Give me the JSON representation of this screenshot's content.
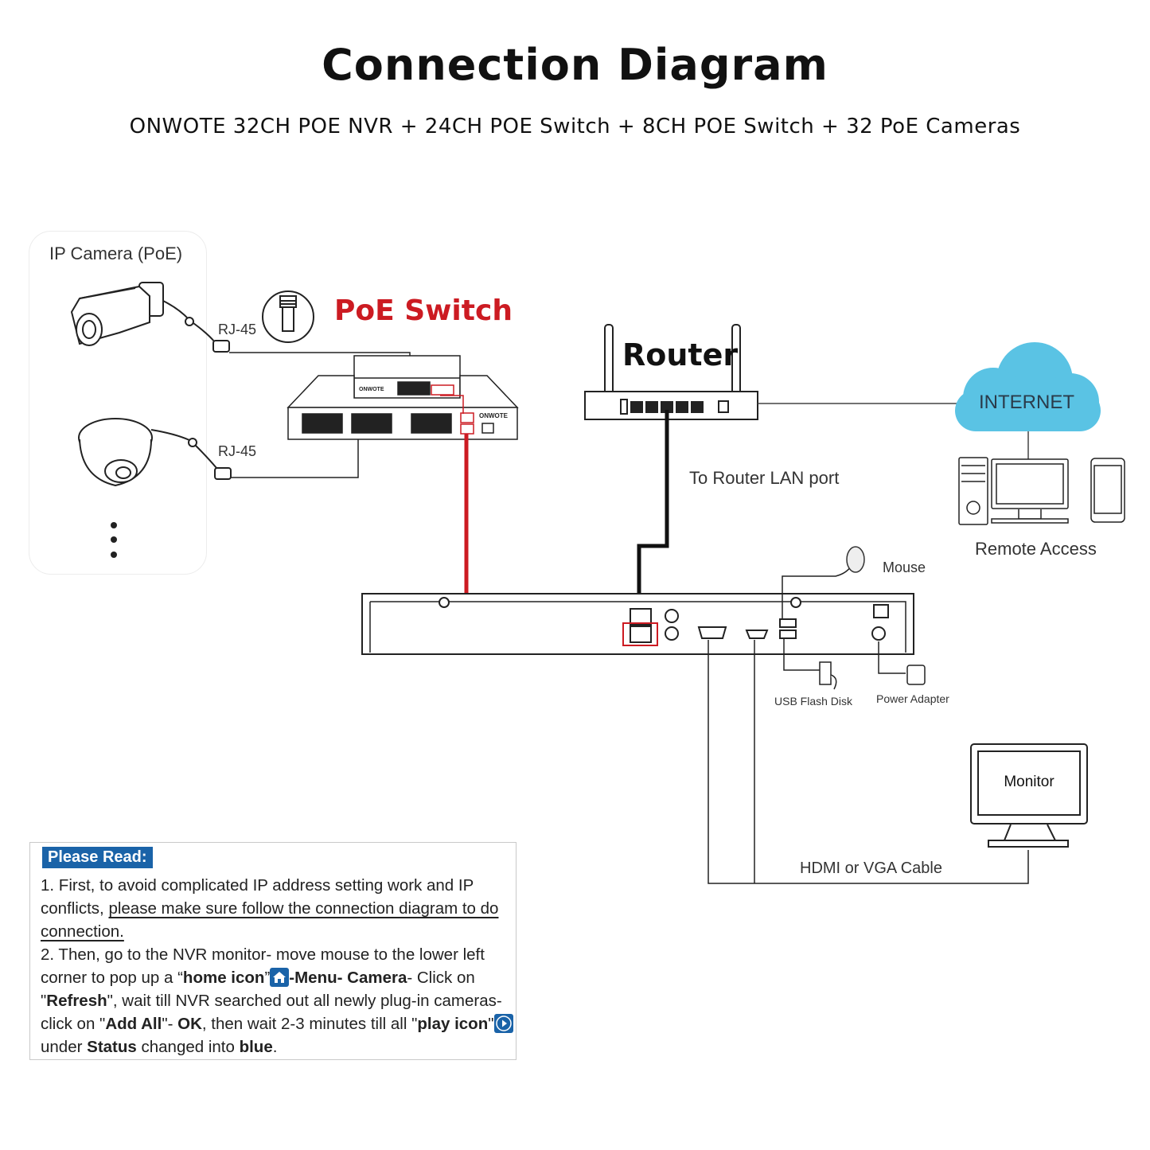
{
  "header": {
    "title": "Connection Diagram",
    "subtitle": "ONWOTE 32CH POE NVR + 24CH POE Switch + 8CH POE Switch + 32 PoE Cameras"
  },
  "camera_panel": {
    "title": "IP Camera (PoE)",
    "rj45_label_1": "RJ-45",
    "rj45_label_2": "RJ-45"
  },
  "poe_switch": {
    "title": "PoE Switch",
    "brand_small": "ONWOTE",
    "brand_large": "ONWOTE",
    "color": "#cc1b22"
  },
  "router": {
    "title": "Router",
    "lan_label": "To Router LAN port"
  },
  "internet": {
    "label": "INTERNET",
    "cloud_color": "#5ac3e4",
    "remote_label": "Remote Access"
  },
  "nvr": {
    "mouse_label": "Mouse",
    "usb_label": "USB Flash Disk",
    "power_label": "Power Adapter",
    "cable_label": "HDMI or VGA Cable",
    "monitor_label": "Monitor"
  },
  "please_read": {
    "header": "Please Read:",
    "header_color": "#1a63a8",
    "p1_a": "1. First, to avoid complicated IP address setting work and IP conflicts, ",
    "p1_b": "please make sure follow the connection diagram to do connection.",
    "p2_a": "2. Then, go to the NVR monitor- move mouse to the lower left corner to pop up a “",
    "p2_home": "home icon",
    "p2_b": "”",
    "p2_menu": "-Menu- Camera",
    "p2_c": "- Click on \"",
    "p2_refresh": "Refresh",
    "p2_d": "\",  wait till NVR searched out all newly plug-in cameras- click on \"",
    "p2_addall": "Add All",
    "p2_e": "\"- ",
    "p2_ok": "OK",
    "p2_f": ", then wait 2-3 minutes till all \"",
    "p2_play": "play icon",
    "p2_g": "\"",
    "p2_h": "under ",
    "p2_status": "Status",
    "p2_i": " changed into ",
    "p2_blue": "blue",
    "p2_j": "."
  }
}
